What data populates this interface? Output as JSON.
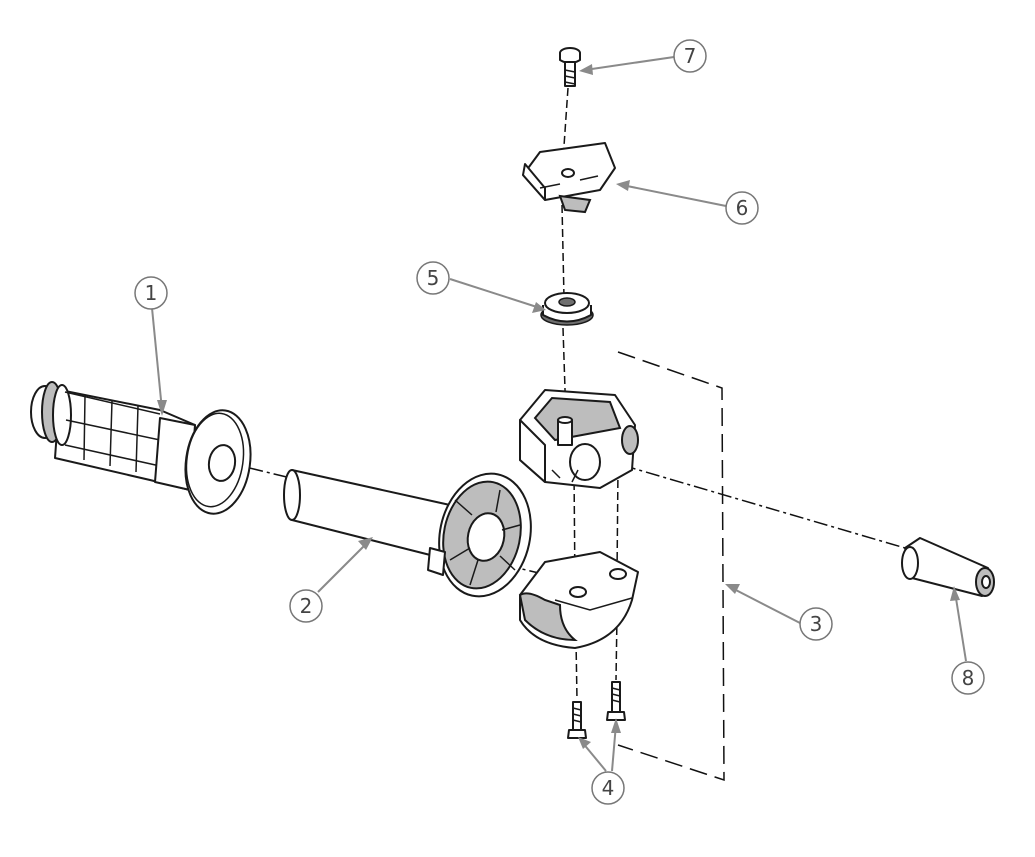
{
  "callouts": [
    {
      "id": "grip",
      "label": "1"
    },
    {
      "id": "throttle-tube",
      "label": "2"
    },
    {
      "id": "housing-assembly",
      "label": "3"
    },
    {
      "id": "screws",
      "label": "4"
    },
    {
      "id": "seal",
      "label": "5"
    },
    {
      "id": "cover",
      "label": "6"
    },
    {
      "id": "cover-screw",
      "label": "7"
    },
    {
      "id": "cable-end",
      "label": "8"
    }
  ]
}
